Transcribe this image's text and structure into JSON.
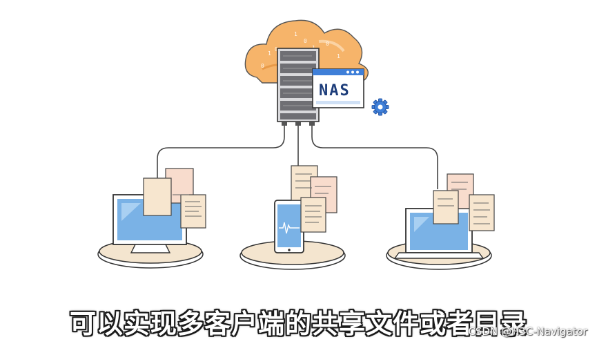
{
  "illustration": {
    "server_label": "NAS",
    "colors": {
      "cloud": "#f6b46a",
      "server": "#6f6f74",
      "window": "#3f7fd8",
      "gear": "#3f7fd8",
      "document": "#f7e6cf",
      "screen": "#7ab2e6",
      "platform": "#f4e5cf",
      "line": "#444444"
    },
    "clients": [
      {
        "type": "desktop-monitor",
        "icon": "monitor-icon"
      },
      {
        "type": "smartphone",
        "icon": "phone-icon"
      },
      {
        "type": "laptop",
        "icon": "laptop-icon"
      }
    ]
  },
  "subtitle": "可以实现多客户端的共享文件或者目录",
  "watermark": "CSDN @H3C-Navigator"
}
